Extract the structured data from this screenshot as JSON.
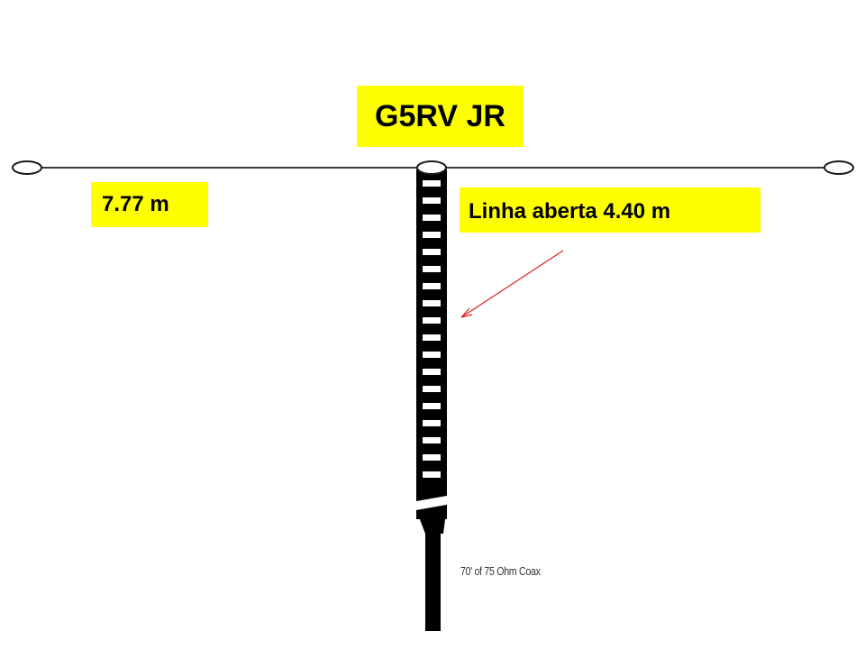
{
  "title": "G5RV JR",
  "dipole_leg_label": "7.77 m",
  "ladder_line_label": "Linha aberta 4.40 m",
  "coax_label": "70' of 75 Ohm Coax",
  "colors": {
    "label_background": "#ffff00",
    "wire": "#000000",
    "pointer_arrow": "#e02020"
  }
}
